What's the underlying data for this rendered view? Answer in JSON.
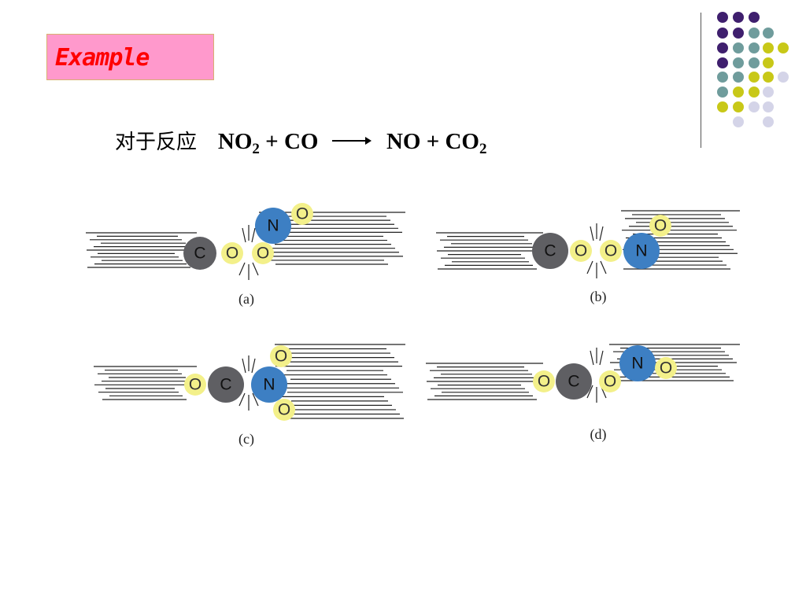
{
  "example_label": "Example",
  "equation": {
    "prefix": "对于反应",
    "reactant1": "NO",
    "reactant1_sub": "2",
    "plus1": "+",
    "reactant2": "CO",
    "product1": "NO",
    "plus2": "+",
    "product2": "CO",
    "product2_sub": "2"
  },
  "colors": {
    "carbon": "#5f5f63",
    "nitrogen": "#3d7fc3",
    "oxygen": "#f3f08a",
    "dot_purple": "#3f1f6e",
    "dot_teal": "#6f9c9c",
    "dot_olive": "#c8c818",
    "dot_lavender": "#d4d4e8",
    "example_bg": "#ff99cc",
    "example_text": "#ff0000"
  },
  "panels": [
    {
      "label": "(a)",
      "atoms": [
        {
          "symbol": "C",
          "element": "carbon"
        },
        {
          "symbol": "O",
          "element": "oxygen"
        },
        {
          "symbol": "O",
          "element": "oxygen"
        },
        {
          "symbol": "N",
          "element": "nitrogen"
        },
        {
          "symbol": "O",
          "element": "oxygen"
        }
      ]
    },
    {
      "label": "(b)",
      "atoms": [
        {
          "symbol": "C",
          "element": "carbon"
        },
        {
          "symbol": "O",
          "element": "oxygen"
        },
        {
          "symbol": "O",
          "element": "oxygen"
        },
        {
          "symbol": "N",
          "element": "nitrogen"
        },
        {
          "symbol": "O",
          "element": "oxygen"
        }
      ]
    },
    {
      "label": "(c)",
      "atoms": [
        {
          "symbol": "O",
          "element": "oxygen"
        },
        {
          "symbol": "C",
          "element": "carbon"
        },
        {
          "symbol": "N",
          "element": "nitrogen"
        },
        {
          "symbol": "O",
          "element": "oxygen"
        },
        {
          "symbol": "O",
          "element": "oxygen"
        }
      ]
    },
    {
      "label": "(d)",
      "atoms": [
        {
          "symbol": "O",
          "element": "oxygen"
        },
        {
          "symbol": "C",
          "element": "carbon"
        },
        {
          "symbol": "O",
          "element": "oxygen"
        },
        {
          "symbol": "N",
          "element": "nitrogen"
        },
        {
          "symbol": "O",
          "element": "oxygen"
        }
      ]
    }
  ]
}
